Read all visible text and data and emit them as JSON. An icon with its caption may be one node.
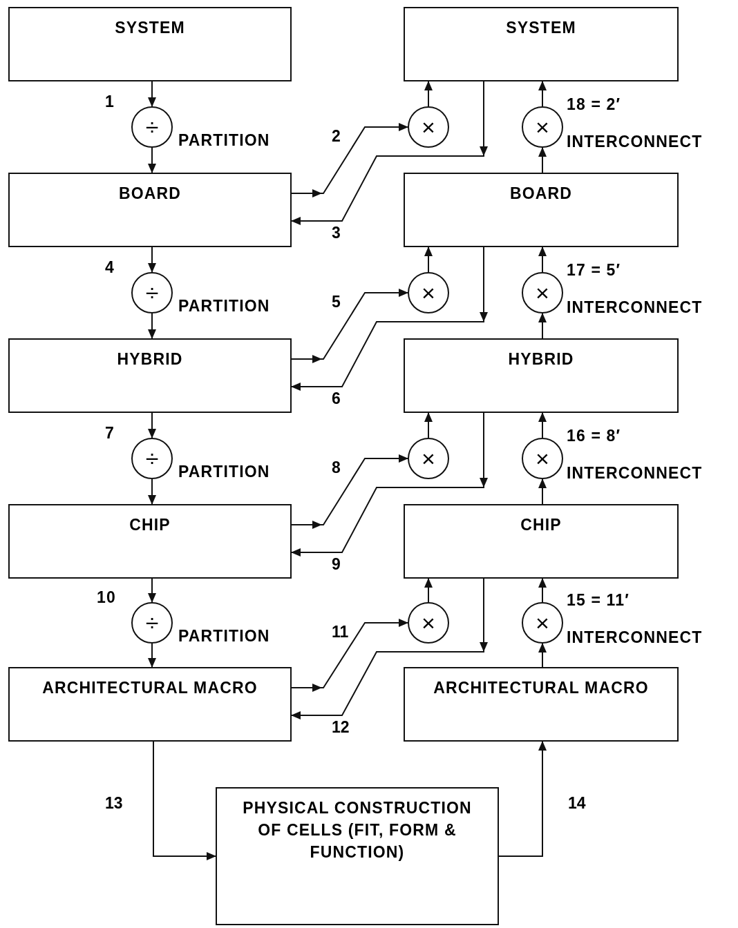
{
  "diagram": {
    "nodes": [
      {
        "text": [
          "SYSTEM"
        ]
      },
      {
        "text": [
          "SYSTEM"
        ]
      },
      {
        "text": [
          "÷"
        ],
        "beside": [
          "1",
          "PARTITION"
        ]
      },
      {
        "text": [
          "×"
        ]
      },
      {
        "text": [
          "×"
        ],
        "beside": [
          "18 = 2′",
          "INTERCONNECT"
        ]
      },
      {
        "text": [
          "BOARD"
        ]
      },
      {
        "text": [
          "BOARD"
        ]
      },
      {
        "text": [
          "÷"
        ],
        "beside": [
          "4",
          "PARTITION"
        ]
      },
      {
        "text": [
          "×"
        ]
      },
      {
        "text": [
          "×"
        ],
        "beside": [
          "17 = 5′",
          "INTERCONNECT"
        ]
      },
      {
        "text": [
          "HYBRID"
        ]
      },
      {
        "text": [
          "HYBRID"
        ]
      },
      {
        "text": [
          "÷"
        ],
        "beside": [
          "7",
          "PARTITION"
        ]
      },
      {
        "text": [
          "×"
        ]
      },
      {
        "text": [
          "×"
        ],
        "beside": [
          "16 = 8′",
          "INTERCONNECT"
        ]
      },
      {
        "text": [
          "CHIP"
        ]
      },
      {
        "text": [
          "CHIP"
        ]
      },
      {
        "text": [
          "÷"
        ],
        "beside": [
          "10",
          "PARTITION"
        ]
      },
      {
        "text": [
          "×"
        ]
      },
      {
        "text": [
          "×"
        ],
        "beside": [
          "15 = 11′",
          "INTERCONNECT"
        ]
      },
      {
        "text": [
          "ARCHITECTURAL MACRO"
        ]
      },
      {
        "text": [
          "ARCHITECTURAL MACRO"
        ]
      },
      {
        "text": [
          "PHYSICAL CONSTRUCTION OF CELLS (FIT, FORM & FUNCTION)"
        ]
      }
    ],
    "edges": [
      {
        "from": 0,
        "to": 2,
        "arrow": "to"
      },
      {
        "from": 2,
        "to": 5,
        "arrow": "to"
      },
      {
        "from": 5,
        "to": 3,
        "arrow": "to",
        "label": "2"
      },
      {
        "from": 3,
        "to": 1,
        "arrow": "to"
      },
      {
        "from": 1,
        "to": 5,
        "arrow": "to",
        "label": "3"
      },
      {
        "from": 6,
        "to": 4,
        "arrow": "to"
      },
      {
        "from": 4,
        "to": 1,
        "arrow": "to"
      },
      {
        "from": 5,
        "to": 7,
        "arrow": "to"
      },
      {
        "from": 7,
        "to": 10,
        "arrow": "to"
      },
      {
        "from": 10,
        "to": 8,
        "arrow": "to",
        "label": "5"
      },
      {
        "from": 8,
        "to": 6,
        "arrow": "to"
      },
      {
        "from": 6,
        "to": 10,
        "arrow": "to",
        "label": "6"
      },
      {
        "from": 11,
        "to": 9,
        "arrow": "to"
      },
      {
        "from": 9,
        "to": 6,
        "arrow": "to"
      },
      {
        "from": 10,
        "to": 12,
        "arrow": "to"
      },
      {
        "from": 12,
        "to": 15,
        "arrow": "to"
      },
      {
        "from": 15,
        "to": 13,
        "arrow": "to",
        "label": "8"
      },
      {
        "from": 13,
        "to": 11,
        "arrow": "to"
      },
      {
        "from": 11,
        "to": 15,
        "arrow": "to",
        "label": "9"
      },
      {
        "from": 16,
        "to": 14,
        "arrow": "to"
      },
      {
        "from": 14,
        "to": 11,
        "arrow": "to"
      },
      {
        "from": 15,
        "to": 17,
        "arrow": "to"
      },
      {
        "from": 17,
        "to": 20,
        "arrow": "to"
      },
      {
        "from": 20,
        "to": 18,
        "arrow": "to",
        "label": "11"
      },
      {
        "from": 18,
        "to": 16,
        "arrow": "to"
      },
      {
        "from": 16,
        "to": 20,
        "arrow": "to",
        "label": "12"
      },
      {
        "from": 21,
        "to": 19,
        "arrow": "to"
      },
      {
        "from": 19,
        "to": 16,
        "arrow": "to"
      },
      {
        "from": 20,
        "to": 22,
        "arrow": "to",
        "label": "13"
      },
      {
        "from": 22,
        "to": 21,
        "arrow": "to",
        "label": "14"
      }
    ]
  }
}
